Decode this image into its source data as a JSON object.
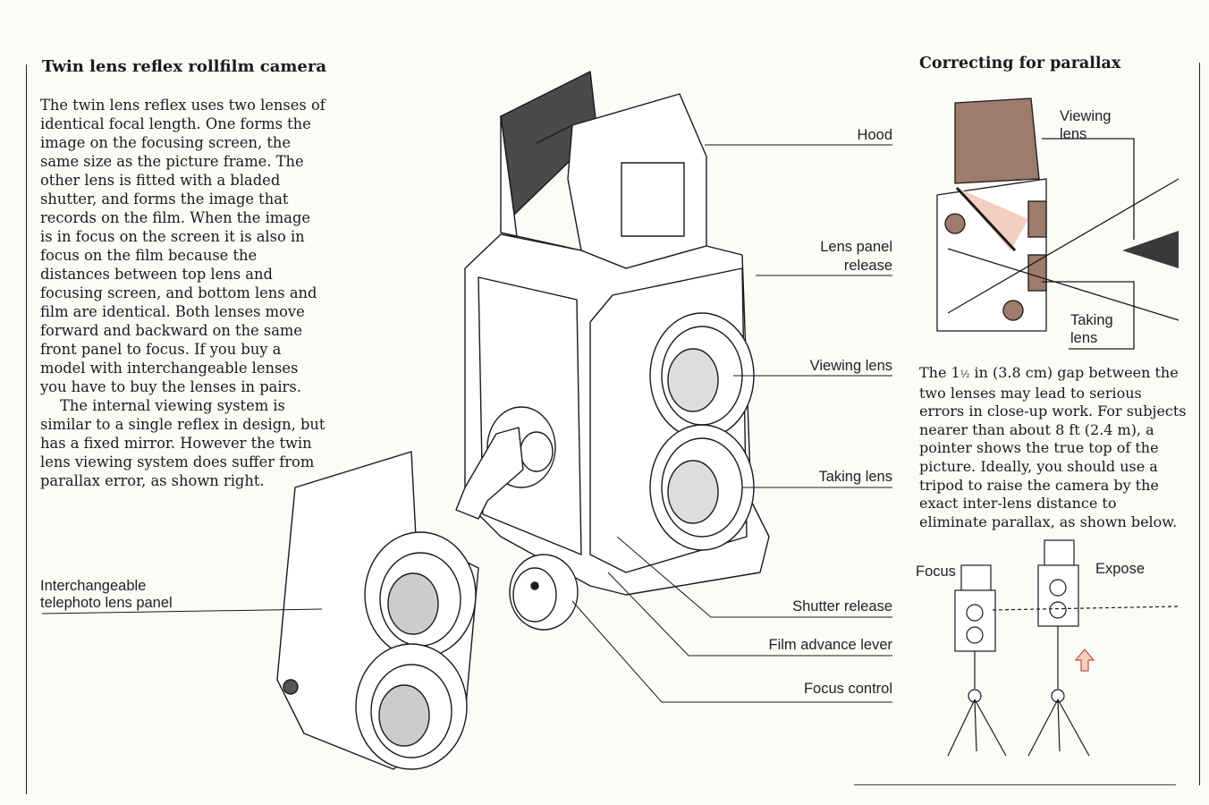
{
  "left_column": {
    "title": "Twin lens reflex rollfilm camera",
    "paragraph_1": "The twin lens reflex uses two lenses of identical focal length. One forms the image on the focusing screen, the same size as the picture frame. The other lens is fitted with a bladed shutter, and forms the image that records on the film. When the image is in focus on the screen it is also in focus on the film because the distances between top lens and focusing screen, and bottom lens and film are identical. Both lenses move forward and backward on the same front panel to focus. If you buy a model with interchangeable lenses you have to buy the lenses in pairs.",
    "paragraph_2": "The internal viewing system is similar to a single reflex in design, but has a fixed mirror. However the twin lens viewing system does suffer from parallax error, as shown right."
  },
  "camera_labels": {
    "hood": "Hood",
    "lens_panel_release_1": "Lens panel",
    "lens_panel_release_2": "release",
    "viewing_lens": "Viewing lens",
    "taking_lens": "Taking lens",
    "shutter_release": "Shutter release",
    "film_advance": "Film advance lever",
    "focus_control": "Focus control",
    "interchangeable_1": "Interchangeable",
    "interchangeable_2": "telephoto lens panel"
  },
  "right_column": {
    "title": "Correcting for parallax",
    "diagram_viewing_1": "Viewing",
    "diagram_viewing_2": "lens",
    "diagram_taking_1": "Taking",
    "diagram_taking_2": "lens",
    "text_a": "The 1",
    "text_frac": "½",
    "text_b": " in (3.8 cm) gap between the two lenses may lead to serious errors in close-up work. For subjects nearer than about 8 ft (2.4 m), a pointer shows the true top of the picture. Ideally, you should use a tripod to raise the camera by the exact inter-lens distance to eliminate parallax, as shown below.",
    "focus_label": "Focus",
    "expose_label": "Expose"
  },
  "colors": {
    "ink": "#1a1a1a",
    "hood_brown": "#9e7b6c",
    "light_cone": "#f2cfc0",
    "arrow_red": "#c8503a"
  }
}
